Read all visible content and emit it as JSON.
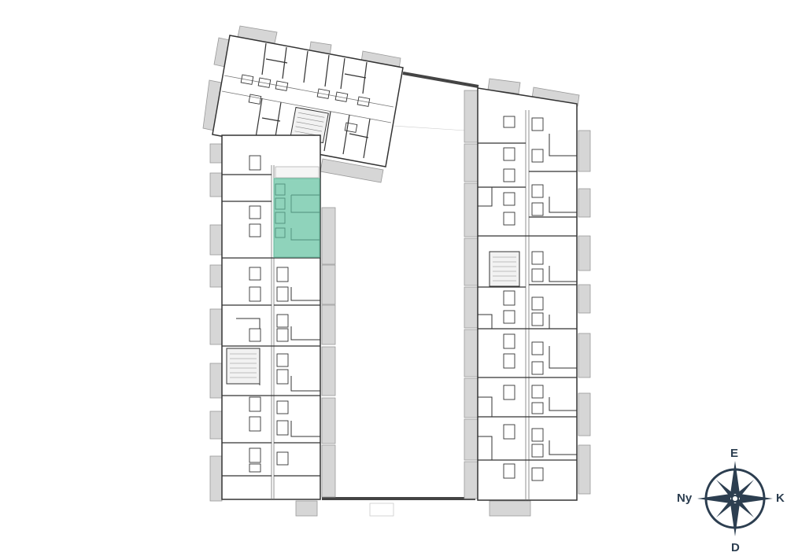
{
  "floor_plan": {
    "highlighted_unit": {
      "color": "#8fd3bb",
      "border_color": "#6fbfa3",
      "selected": true
    },
    "colors": {
      "wall": "#333333",
      "balcony": "#d6d6d6",
      "balcony_border": "#999999",
      "bridge": "#444444",
      "thin_line": "#888888"
    }
  },
  "compass": {
    "north": "E",
    "east": "K",
    "south": "D",
    "west": "Ny",
    "color": "#2c3e50"
  }
}
